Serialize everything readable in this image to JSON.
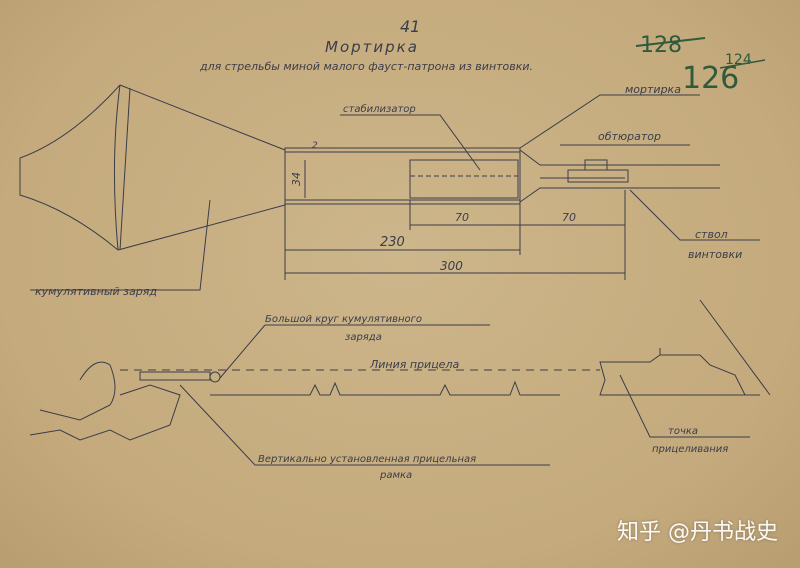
{
  "header": {
    "page_number": "41",
    "title": "Мортирка",
    "subtitle": "для стрельбы миной малого фауст-патрона из винтовки.",
    "archive_numbers": {
      "crossed_1": "128",
      "current": "126",
      "crossed_2": "124"
    }
  },
  "drawing_top": {
    "labels": {
      "mortar": "мортирка",
      "stabilizer": "стабилизатор",
      "obturator": "обтюратор",
      "barrel_line1": "ствол",
      "barrel_line2": "винтовки",
      "charge": "кумулятивный заряд"
    },
    "dimensions": {
      "wall": "2",
      "diameter": "34",
      "len_a": "70",
      "len_b": "70",
      "len_c": "230",
      "len_total": "300"
    }
  },
  "drawing_bottom": {
    "labels": {
      "big_circle_line1": "Большой круг кумулятивного",
      "big_circle_line2": "заряда",
      "sight_line": "Линия прицела",
      "frame_line1": "Вертикально установленная прицельная",
      "frame_line2": "рамка",
      "aim_point_line1": "точка",
      "aim_point_line2": "прицеливания"
    }
  },
  "watermark": "知乎 @丹书战史",
  "colors": {
    "paper": "#c7ae82",
    "ink": "#3b3d4a",
    "green_ink": "#2f5a3c"
  }
}
